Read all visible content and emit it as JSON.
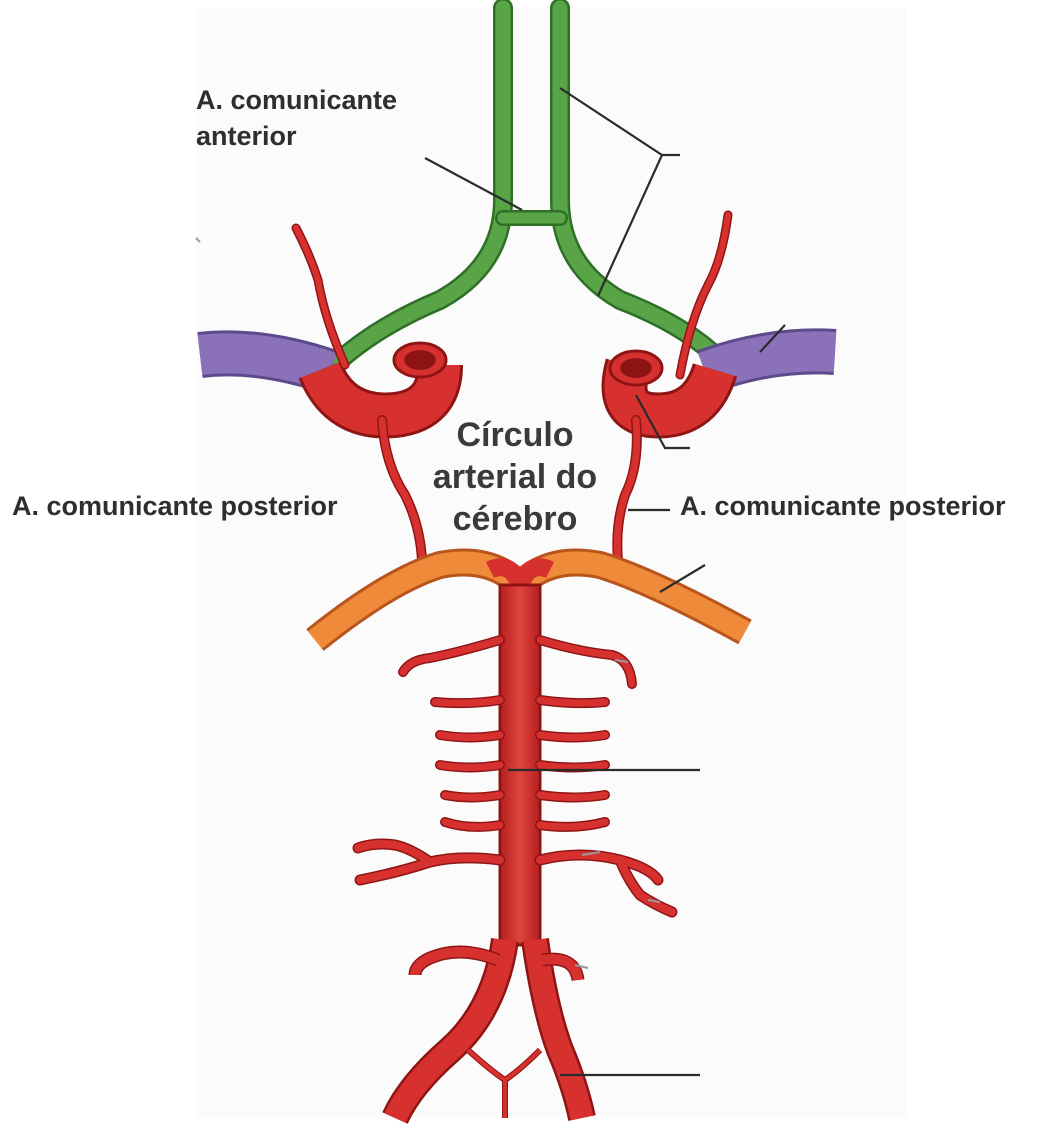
{
  "diagram": {
    "labels": {
      "anterior_communicating_line1": "A. comunicante",
      "anterior_communicating_line2": "anterior",
      "posterior_communicating_left": "A. comunicante posterior",
      "posterior_communicating_right": "A. comunicante posterior",
      "center_line1": "Círculo",
      "center_line2": "arterial do",
      "center_line3": "cérebro"
    },
    "colors": {
      "background": "#ffffff",
      "anterior_cerebral": "#58a447",
      "anterior_cerebral_dark": "#2f6f28",
      "internal_carotid": "#d7312f",
      "vessel_dark": "#8f1515",
      "middle_cerebral": "#8b72b8",
      "posterior_cerebral": "#ef8a3a",
      "basilar_vertebral": "#d7312f",
      "leader_line": "#2b2b2b",
      "label_text": "#2e2e2e"
    }
  }
}
